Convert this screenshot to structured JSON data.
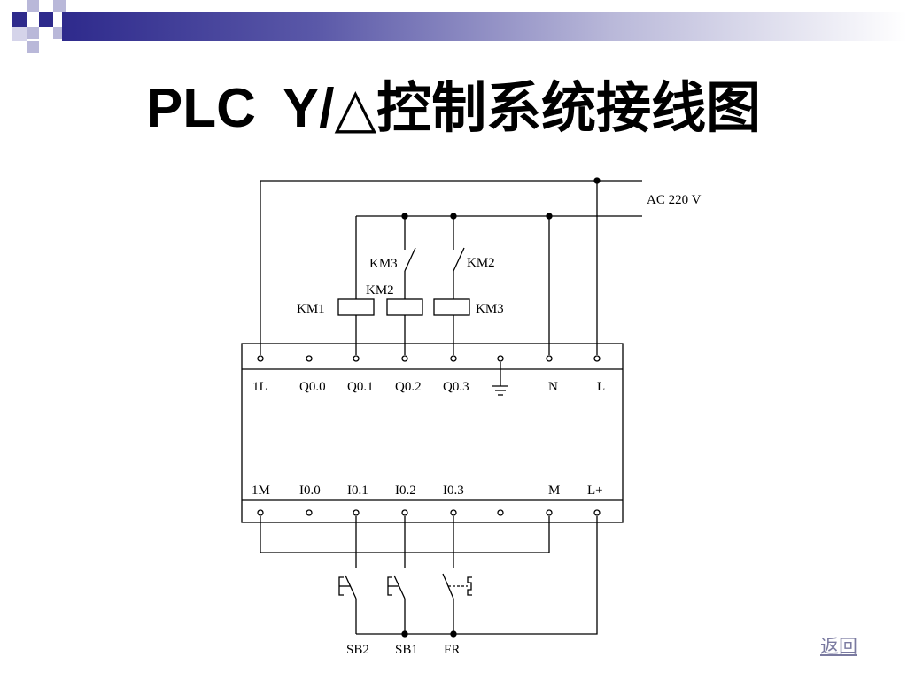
{
  "title": {
    "plc": "PLC",
    "rest": "Y/△控制系统接线图"
  },
  "supply": {
    "label": "AC 220 V"
  },
  "coils": {
    "km1": "KM1",
    "km2": "KM2",
    "km3": "KM3"
  },
  "interlocks": {
    "km3_contact": "KM3",
    "km2_contact": "KM2"
  },
  "output_terminals": [
    "1L",
    "Q0.0",
    "Q0.1",
    "Q0.2",
    "Q0.3",
    "N",
    "L"
  ],
  "input_terminals": [
    "1M",
    "I0.0",
    "I0.1",
    "I0.2",
    "I0.3",
    "M",
    "L+"
  ],
  "buttons": {
    "sb2": "SB2",
    "sb1": "SB1",
    "fr": "FR"
  },
  "nav": {
    "back": "返回"
  },
  "colors": {
    "title_bar_dark": "#2e2a8c",
    "corner_dark": "#2e2a8c",
    "corner_light": "#b9b8d9",
    "line": "#000000",
    "link": "#7a7aa0"
  }
}
